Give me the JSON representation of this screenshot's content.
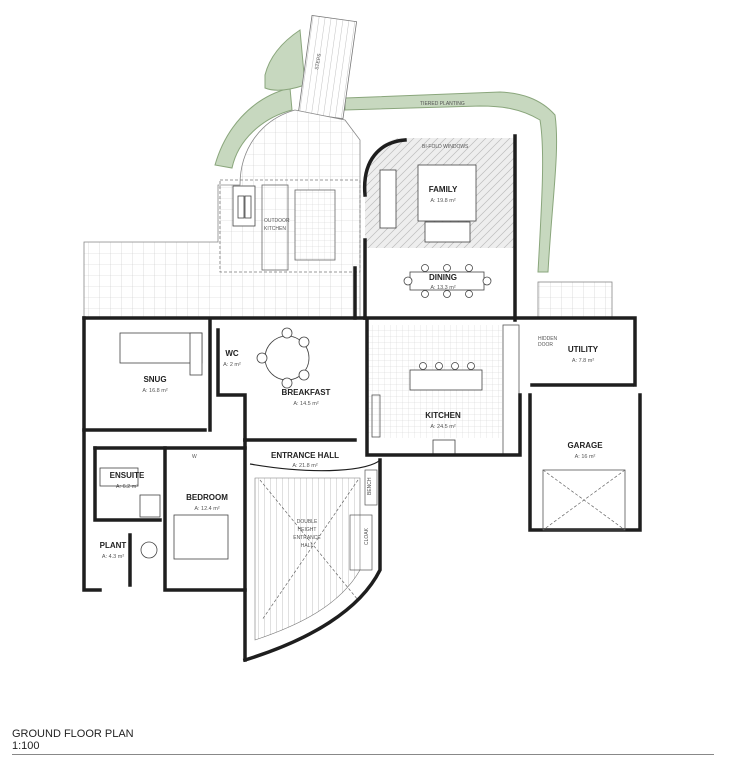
{
  "title": "GROUND FLOOR PLAN",
  "scale": "1:100",
  "rooms": {
    "family": {
      "name": "FAMILY",
      "area": "A: 19.8 m²"
    },
    "dining": {
      "name": "DINING",
      "area": "A: 13.3 m²"
    },
    "kitchen": {
      "name": "KITCHEN",
      "area": "A: 24.5 m²"
    },
    "breakfast": {
      "name": "BREAKFAST",
      "area": "A: 14.5 m²"
    },
    "snug": {
      "name": "SNUG",
      "area": "A: 16.8 m²"
    },
    "wc": {
      "name": "WC",
      "area": "A: 2 m²"
    },
    "utility": {
      "name": "UTILITY",
      "area": "A: 7.8 m²"
    },
    "garage": {
      "name": "GARAGE",
      "area": "A: 16 m²"
    },
    "ensuite": {
      "name": "ENSUITE",
      "area": "A: 6.2 m²"
    },
    "bedroom": {
      "name": "BEDROOM",
      "area": "A: 12.4 m²"
    },
    "plant": {
      "name": "PLANT",
      "area": "A: 4.3 m²"
    },
    "entrance_hall": {
      "name": "ENTRANCE HALL",
      "area": "A: 21.8 m²"
    }
  },
  "notes": {
    "outdoor_kitchen_1": "OUTDOOR",
    "outdoor_kitchen_2": "KITCHEN",
    "tiered_planting": "TIERED PLANTING",
    "bifold": "BI-FOLD WINDOWS",
    "steps": "STEPS",
    "hidden_door_1": "HIDDEN",
    "hidden_door_2": "DOOR",
    "bench": "BENCH",
    "cloak": "CLOAK",
    "double_height_1": "DOUBLE",
    "double_height_2": "HEIGHT",
    "double_height_3": "ENTRANCE",
    "double_height_4": "HALL",
    "w_label": "W"
  },
  "colors": {
    "planting_fill": "#c7d8bf",
    "planting_stroke": "#8aa67c",
    "wall": "#1e1e1e",
    "floor_hatch": "#d9d9d9"
  }
}
